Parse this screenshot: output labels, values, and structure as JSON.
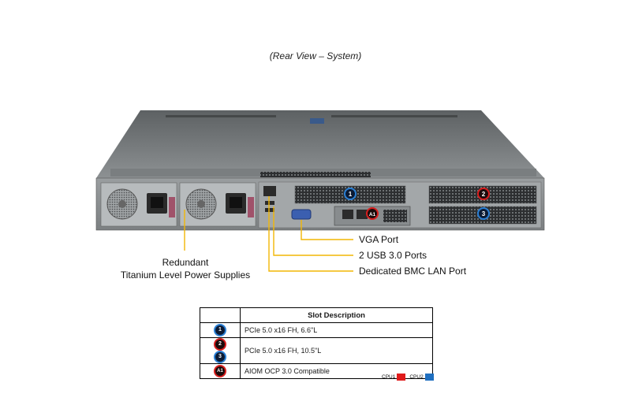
{
  "title": "(Rear View – System)",
  "colors": {
    "cpu1": "#e01b1b",
    "cpu2": "#1f6fc0",
    "callout_line": "#f2b705"
  },
  "server": {
    "slot_badges": {
      "s1": "1",
      "s2": "2",
      "s3": "3",
      "a1": "A1"
    }
  },
  "callouts": {
    "vga": "VGA Port",
    "usb": "2 USB 3.0 Ports",
    "bmc": "Dedicated BMC LAN Port",
    "psu_line1": "Redundant",
    "psu_line2": "Titanium  Level Power Supplies"
  },
  "slot_table": {
    "header": "Slot Description",
    "rows": [
      {
        "badges": [
          "1"
        ],
        "description": "PCIe 5.0 x16 FH, 6.6\"L"
      },
      {
        "badges": [
          "2",
          "3"
        ],
        "description": "PCIe 5.0 x16 FH, 10.5\"L"
      },
      {
        "badges": [
          "A1"
        ],
        "description": "AIOM OCP 3.0 Compatible"
      }
    ]
  },
  "legend": {
    "cpu1": "CPU1",
    "cpu2": "CPU2"
  }
}
